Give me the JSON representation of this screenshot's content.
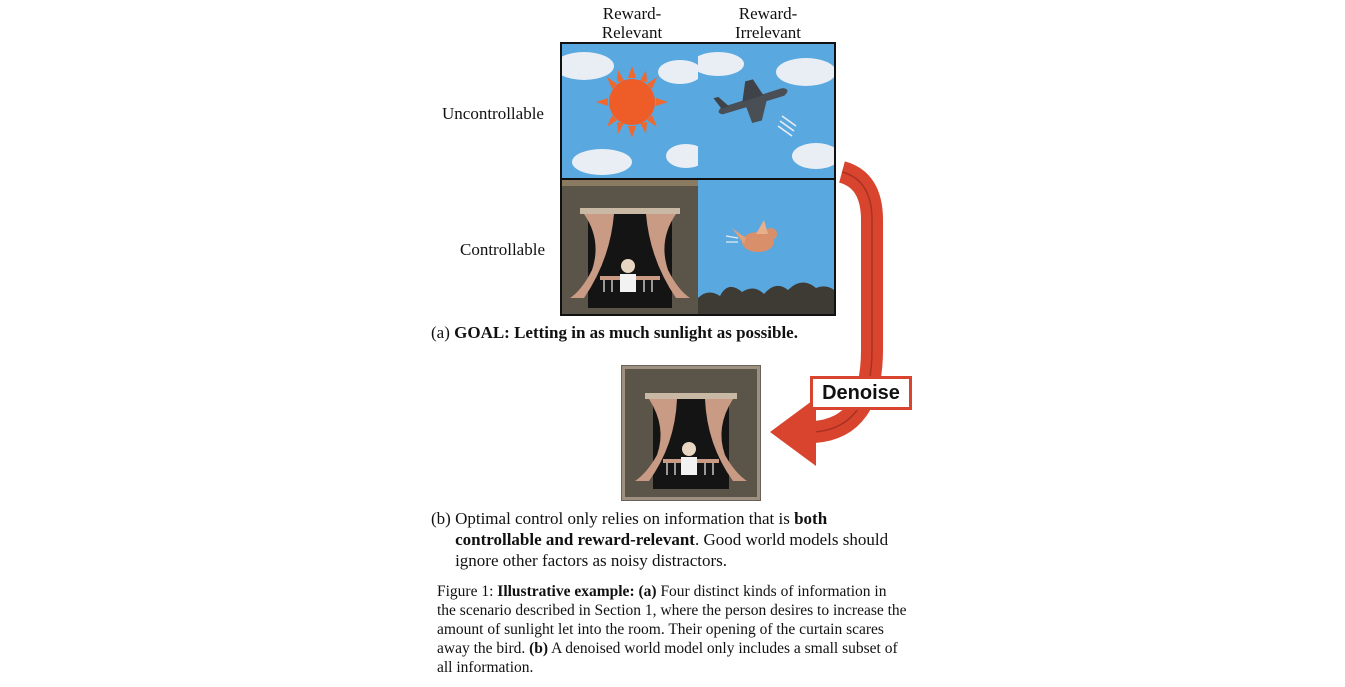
{
  "columns": [
    "Reward-\nRelevant",
    "Reward-\nIrrelevant"
  ],
  "col_lines": [
    [
      "Reward-",
      "Relevant"
    ],
    [
      "Reward-",
      "Irrelevant"
    ]
  ],
  "rows": [
    "Uncontrollable",
    "Controllable"
  ],
  "caption_a": {
    "prefix": "(a) ",
    "bold": "GOAL: Letting in as much sunlight as possible."
  },
  "denoise_label": "Denoise",
  "caption_b": {
    "prefix": "(b) ",
    "text1": "Optimal control only relies on information that is ",
    "bold": "both controllable and reward-relevant",
    "text2": ". Good world models should ignore other factors as noisy distractors."
  },
  "figure_caption": {
    "label": "Figure 1: ",
    "bold_intro": "Illustrative example:",
    "a_label": " (a)",
    "a_text": " Four distinct kinds of information in the scenario described in Section 1, where the person desires to increase the amount of sunlight let into the room. Their opening of the curtain scares away the bird.",
    "b_label": " (b)",
    "b_text": " A denoised world model only includes a small subset of all information."
  },
  "colors": {
    "sky": "#5aa8e0",
    "arrow": "#d9442f",
    "sun": "#f0682e",
    "room": "#5b5448",
    "curtain": "#c99a84"
  }
}
